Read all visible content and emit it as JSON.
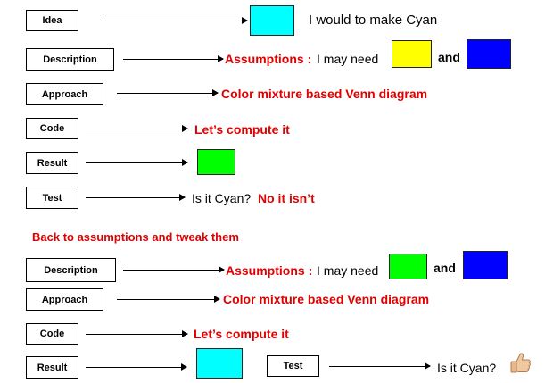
{
  "colors": {
    "cyan": "#00ffff",
    "yellow": "#ffff00",
    "blue": "#0000ff",
    "green": "#00ff00",
    "red_text": "#e00000"
  },
  "section1": {
    "idea": {
      "label": "Idea",
      "text": "I would to make Cyan"
    },
    "description": {
      "label": "Description",
      "assumptions": "Assumptions :",
      "need": "I may need",
      "and": "and"
    },
    "approach": {
      "label": "Approach",
      "text": "Color mixture based Venn diagram"
    },
    "code": {
      "label": "Code",
      "text": "Let’s compute it"
    },
    "result": {
      "label": "Result"
    },
    "test": {
      "label": "Test",
      "question": "Is it Cyan?",
      "answer": "No it isn’t"
    }
  },
  "back_text": "Back to assumptions and tweak them",
  "section2": {
    "description": {
      "label": "Description",
      "assumptions": "Assumptions :",
      "need": "I may need",
      "and": "and"
    },
    "approach": {
      "label": "Approach",
      "text": "Color mixture based Venn diagram"
    },
    "code": {
      "label": "Code",
      "text": "Let’s compute it"
    },
    "result": {
      "label": "Result"
    },
    "test": {
      "label": "Test",
      "question": "Is it Cyan?",
      "icon": "thumbs-up-icon"
    }
  }
}
